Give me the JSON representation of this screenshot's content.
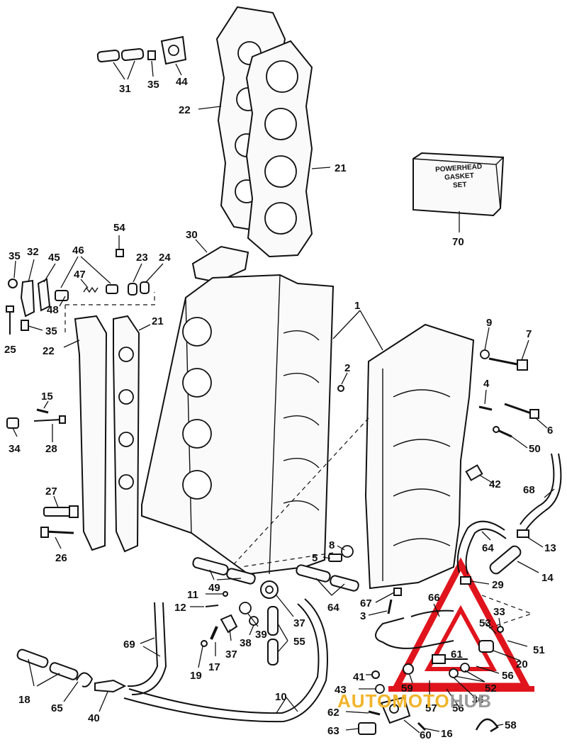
{
  "callouts": [
    {
      "id": "c31",
      "text": "31"
    },
    {
      "id": "c35a",
      "text": "35"
    },
    {
      "id": "c44",
      "text": "44"
    },
    {
      "id": "c22a",
      "text": "22"
    },
    {
      "id": "c21a",
      "text": "21"
    },
    {
      "id": "c70",
      "text": "70"
    },
    {
      "id": "c54",
      "text": "54"
    },
    {
      "id": "c30",
      "text": "30"
    },
    {
      "id": "c35b",
      "text": "35"
    },
    {
      "id": "c32",
      "text": "32"
    },
    {
      "id": "c45",
      "text": "45"
    },
    {
      "id": "c46",
      "text": "46"
    },
    {
      "id": "c23",
      "text": "23"
    },
    {
      "id": "c24",
      "text": "24"
    },
    {
      "id": "c47",
      "text": "47"
    },
    {
      "id": "c48",
      "text": "48"
    },
    {
      "id": "c35c",
      "text": "35"
    },
    {
      "id": "c25",
      "text": "25"
    },
    {
      "id": "c22b",
      "text": "22"
    },
    {
      "id": "c21b",
      "text": "21"
    },
    {
      "id": "c1",
      "text": "1"
    },
    {
      "id": "c9",
      "text": "9"
    },
    {
      "id": "c7",
      "text": "7"
    },
    {
      "id": "c2",
      "text": "2"
    },
    {
      "id": "c4",
      "text": "4"
    },
    {
      "id": "c6",
      "text": "6"
    },
    {
      "id": "c15",
      "text": "15"
    },
    {
      "id": "c50",
      "text": "50"
    },
    {
      "id": "c34",
      "text": "34"
    },
    {
      "id": "c28",
      "text": "28"
    },
    {
      "id": "c42",
      "text": "42"
    },
    {
      "id": "c68",
      "text": "68"
    },
    {
      "id": "c27",
      "text": "27"
    },
    {
      "id": "c26",
      "text": "26"
    },
    {
      "id": "c13",
      "text": "13"
    },
    {
      "id": "c64a",
      "text": "64"
    },
    {
      "id": "c8",
      "text": "8"
    },
    {
      "id": "c5",
      "text": "5"
    },
    {
      "id": "c14",
      "text": "14"
    },
    {
      "id": "c49",
      "text": "49"
    },
    {
      "id": "c29",
      "text": "29"
    },
    {
      "id": "c11",
      "text": "11"
    },
    {
      "id": "c66",
      "text": "66"
    },
    {
      "id": "c12",
      "text": "12"
    },
    {
      "id": "c64b",
      "text": "64"
    },
    {
      "id": "c67",
      "text": "67"
    },
    {
      "id": "c33",
      "text": "33"
    },
    {
      "id": "c3",
      "text": "3"
    },
    {
      "id": "c37a",
      "text": "37"
    },
    {
      "id": "c53",
      "text": "53"
    },
    {
      "id": "c69",
      "text": "69"
    },
    {
      "id": "c39",
      "text": "39"
    },
    {
      "id": "c38",
      "text": "38"
    },
    {
      "id": "c55",
      "text": "55"
    },
    {
      "id": "c51",
      "text": "51"
    },
    {
      "id": "c37b",
      "text": "37"
    },
    {
      "id": "c17",
      "text": "17"
    },
    {
      "id": "c19",
      "text": "19"
    },
    {
      "id": "c61",
      "text": "61"
    },
    {
      "id": "c20",
      "text": "20"
    },
    {
      "id": "c56a",
      "text": "56"
    },
    {
      "id": "c41",
      "text": "41"
    },
    {
      "id": "c52",
      "text": "52"
    },
    {
      "id": "c59",
      "text": "59"
    },
    {
      "id": "c18",
      "text": "18"
    },
    {
      "id": "c43",
      "text": "43"
    },
    {
      "id": "c36",
      "text": "36"
    },
    {
      "id": "c10",
      "text": "10"
    },
    {
      "id": "c65",
      "text": "65"
    },
    {
      "id": "c57",
      "text": "57"
    },
    {
      "id": "c56b",
      "text": "56"
    },
    {
      "id": "c40",
      "text": "40"
    },
    {
      "id": "c62",
      "text": "62"
    },
    {
      "id": "c58",
      "text": "58"
    },
    {
      "id": "c16",
      "text": "16"
    },
    {
      "id": "c63",
      "text": "63"
    },
    {
      "id": "c60",
      "text": "60"
    }
  ],
  "gasket_set_box": {
    "line1": "POWERHEAD",
    "line2": "GASKET",
    "line3": "SET"
  },
  "watermark": {
    "part1": "AUTO",
    "part2": "MOTO",
    "part3": "HUB",
    "accent_color": "#e0141d",
    "gold_color": "#f1b42a"
  },
  "colors": {
    "ink": "#111111",
    "paper": "#ffffff"
  }
}
